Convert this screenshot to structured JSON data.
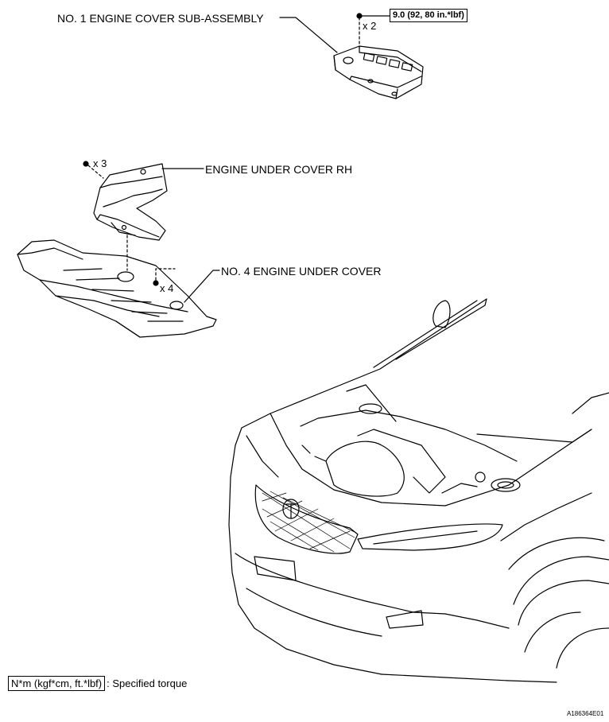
{
  "labels": {
    "cover_sub_assembly": "NO. 1 ENGINE COVER SUB-ASSEMBLY",
    "under_cover_rh": "ENGINE UNDER COVER RH",
    "no4_under_cover": "NO. 4 ENGINE UNDER COVER"
  },
  "quantities": {
    "x2": "x 2",
    "x3": "x 3",
    "x4": "x 4"
  },
  "torque": "9.0 (92, 80 in.*lbf)",
  "legend": {
    "box": "N*m (kgf*cm, ft.*lbf)",
    "text": ": Specified torque"
  },
  "figure_id": "A186364E01"
}
